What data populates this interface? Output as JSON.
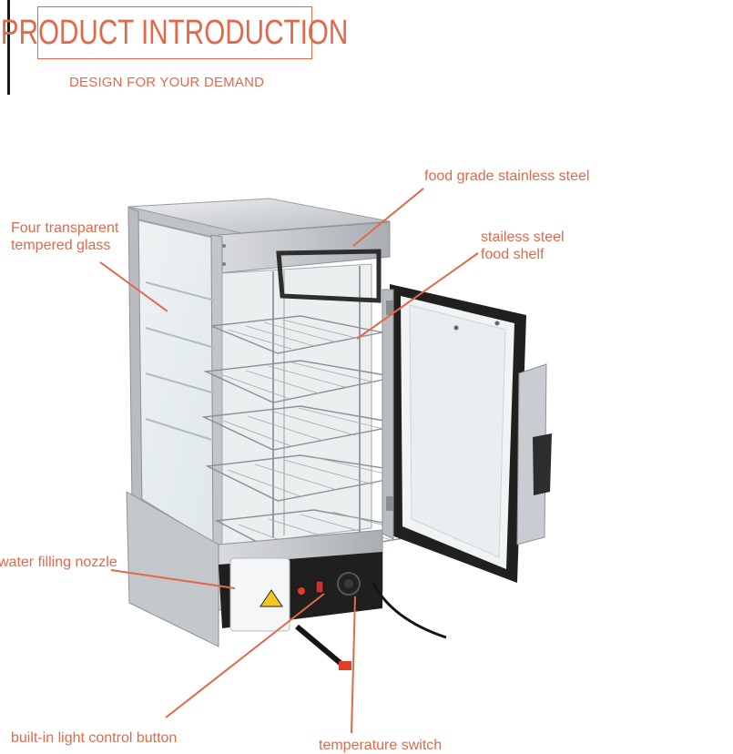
{
  "header": {
    "title": "PRODUCT INTRODUCTION",
    "subtitle": "DESIGN FOR YOUR DEMAND"
  },
  "callouts": {
    "food_grade": "food grade stainless steel",
    "shelf_line1": "stailess steel",
    "shelf_line2": "food shelf",
    "glass_line1": "Four transparent",
    "glass_line2": "tempered glass",
    "nozzle": "water filling nozzle",
    "light_button": "built-in light control button",
    "temp_switch": "temperature  switch"
  },
  "colors": {
    "accent": "#e1694a",
    "steel": "#c9ccd0",
    "frame_dark": "#2a2a2a"
  }
}
